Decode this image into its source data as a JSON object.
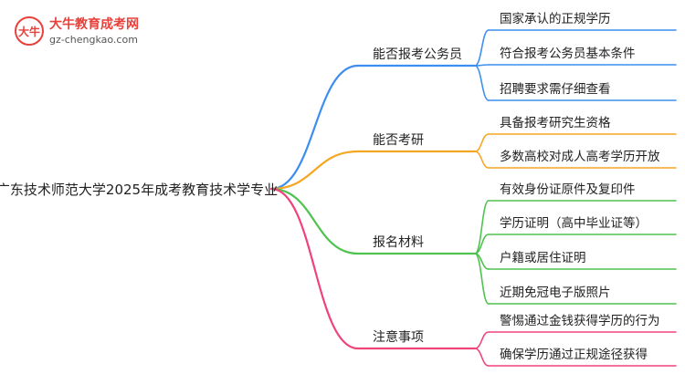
{
  "logo": {
    "name": "大牛教育成考网",
    "url": "gz-chengkao.com",
    "badge_text": "大牛",
    "colors": {
      "name": "#e8413b",
      "url": "#555555",
      "badge": "#e8413b"
    }
  },
  "mindmap": {
    "root": "广东技术师范大学2025年成考教育技术学专业",
    "branches": [
      {
        "label": "能否报考公务员",
        "color": "#3d8ef0",
        "children": [
          "国家承认的正规学历",
          "符合报考公务员基本条件",
          "招聘要求需仔细查看"
        ]
      },
      {
        "label": "能否考研",
        "color": "#f5a623",
        "children": [
          "具备报考研究生资格",
          "多数高校对成人高考学历开放"
        ]
      },
      {
        "label": "报名材料",
        "color": "#4fc24f",
        "children": [
          "有效身份证原件及复印件",
          "学历证明（高中毕业证等）",
          "户籍或居住证明",
          "近期免冠电子版照片"
        ]
      },
      {
        "label": "注意事项",
        "color": "#f0437a",
        "children": [
          "警惕通过金钱获得学历的行为",
          "确保学历通过正规途径获得"
        ]
      }
    ]
  }
}
